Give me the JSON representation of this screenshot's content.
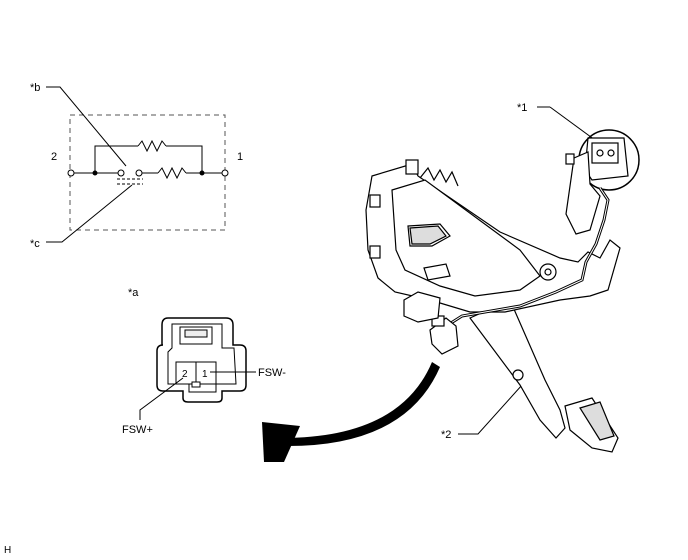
{
  "callouts": {
    "a": "*a",
    "b": "*b",
    "c": "*c",
    "one": "*1",
    "two": "*2"
  },
  "schematic": {
    "terminal_left": "2",
    "terminal_right": "1"
  },
  "connector": {
    "pin_2": "2",
    "pin_1": "1",
    "label_minus": "FSW-",
    "label_plus": "FSW+"
  },
  "footer": {
    "code": "H"
  },
  "colors": {
    "line": "#000000",
    "dashed_box": "#555555",
    "pedal_fill": "#ffffff",
    "shade": "#dddddd",
    "arrow": "#000000"
  }
}
